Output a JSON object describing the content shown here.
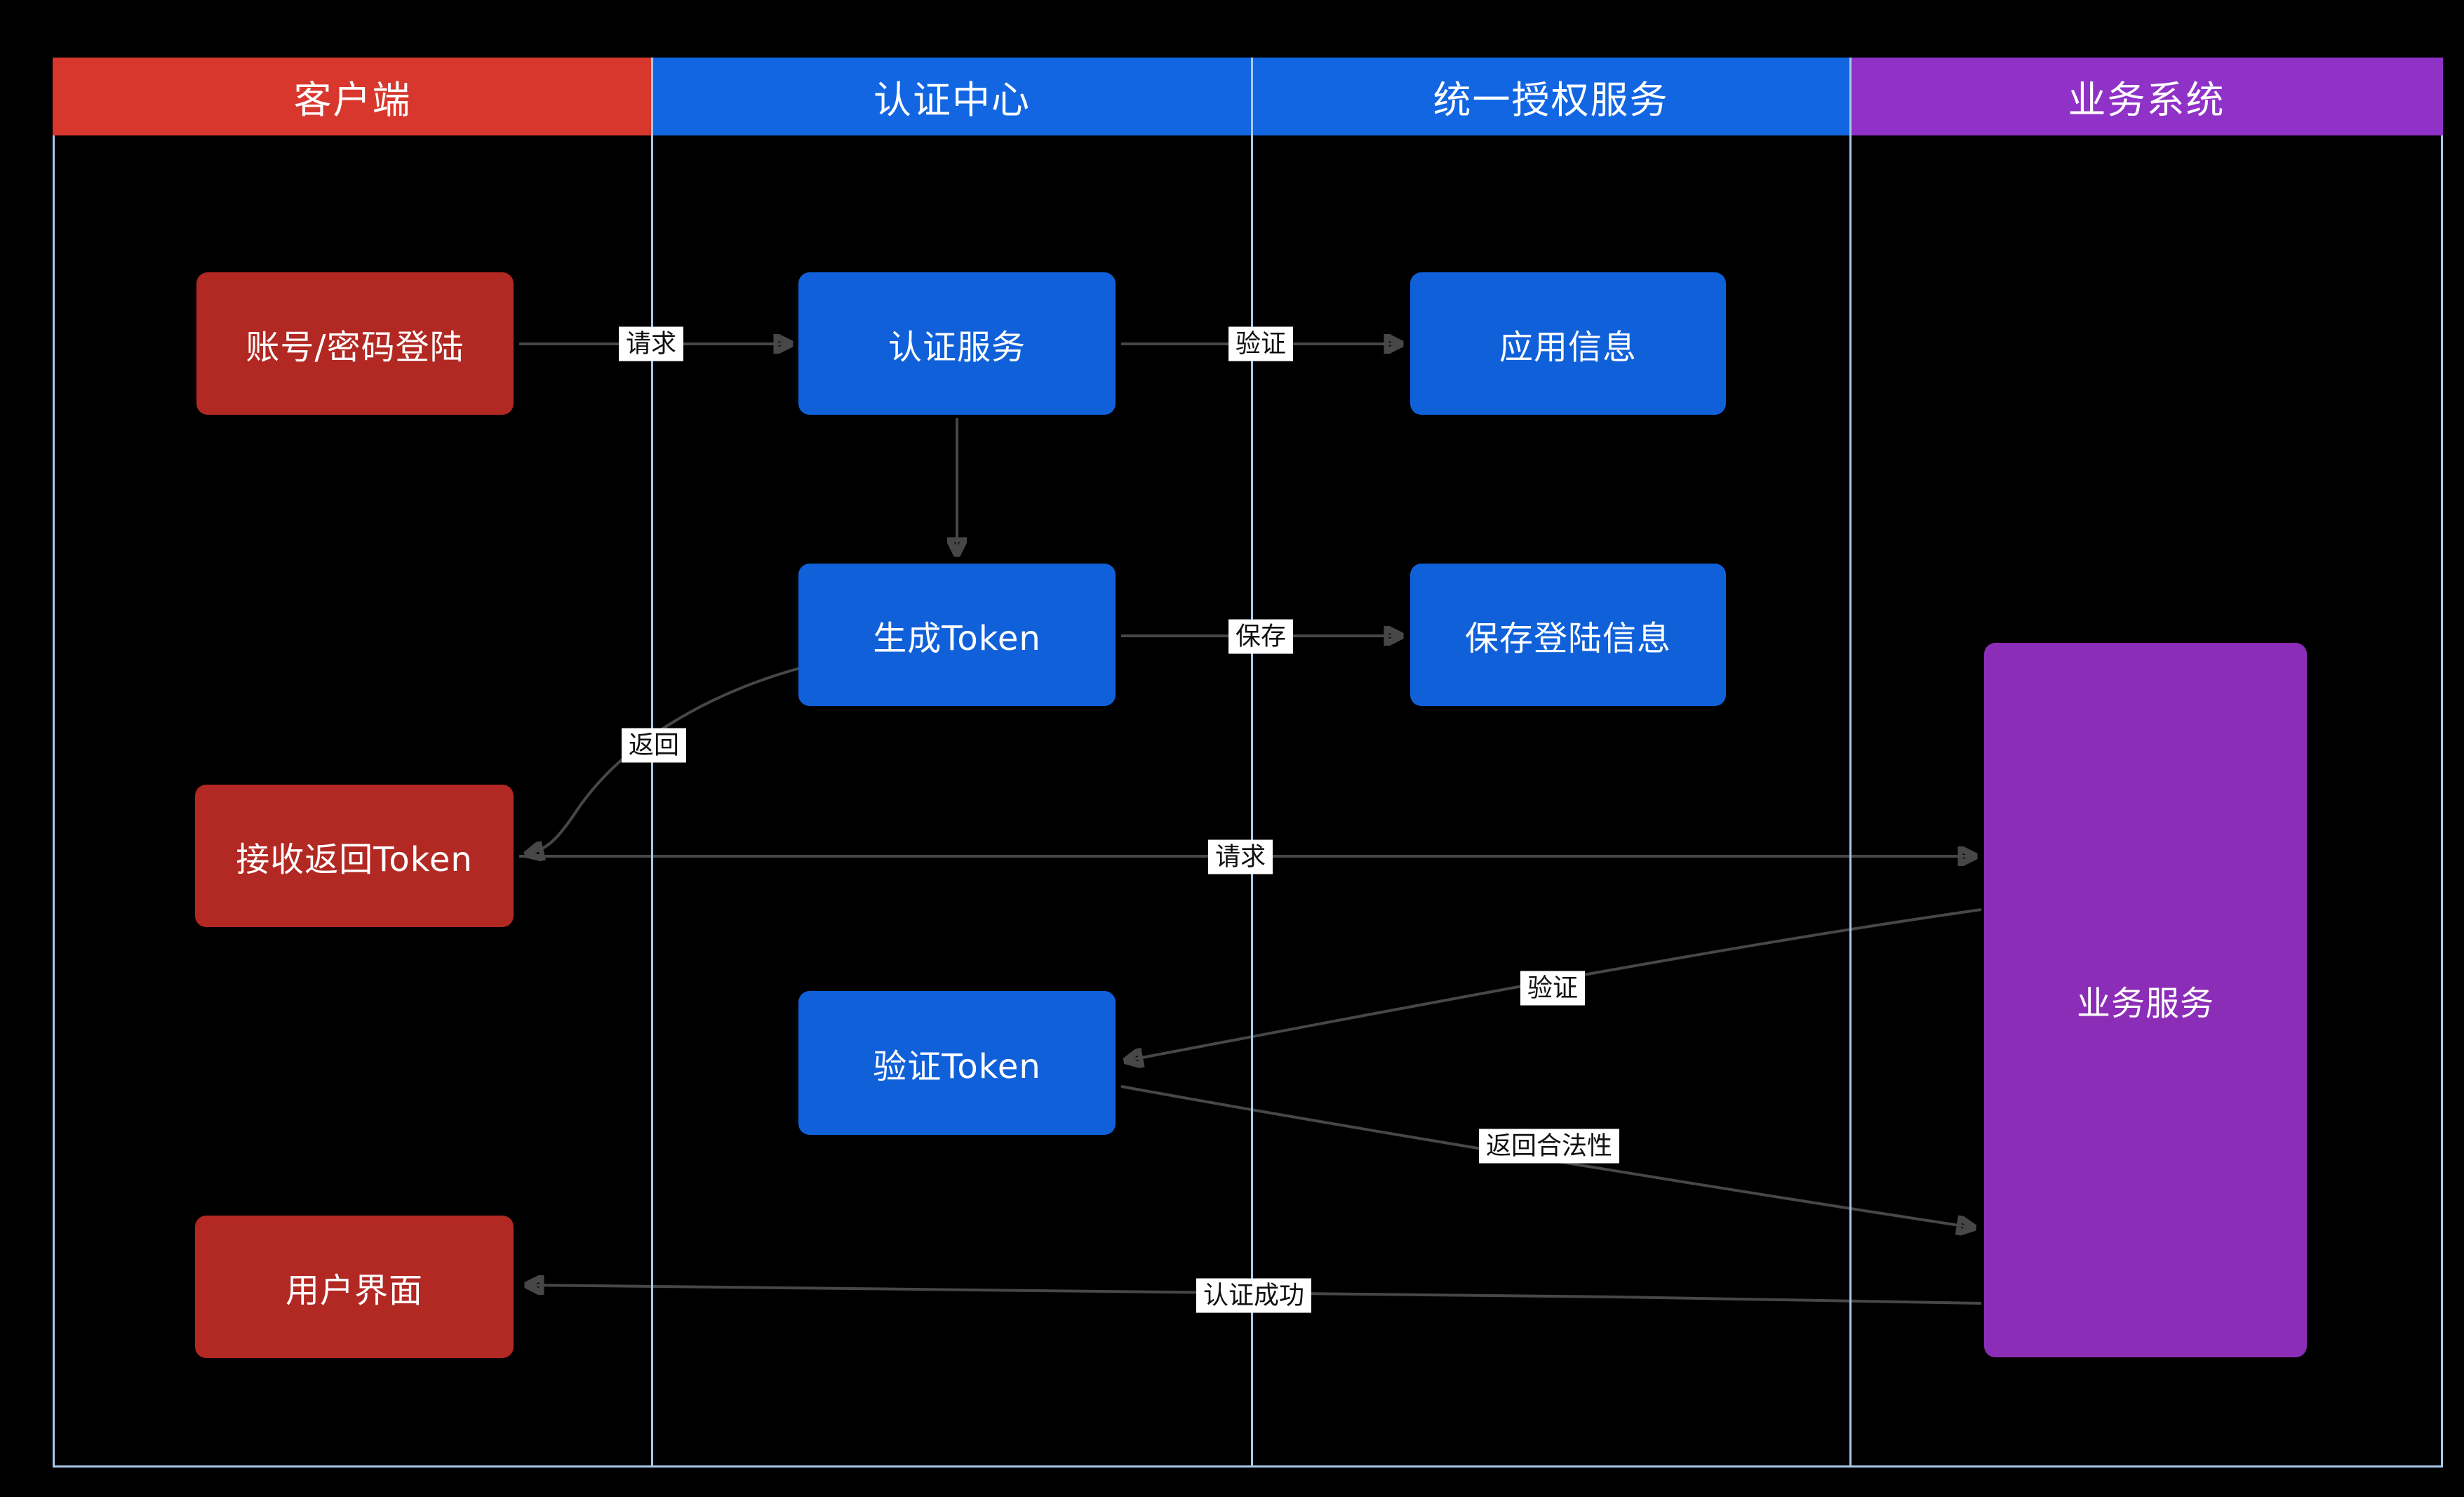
{
  "lanes": [
    {
      "id": "client",
      "label": "客户端",
      "color": "#d8372e"
    },
    {
      "id": "auth-center",
      "label": "认证中心",
      "color": "#1266e2"
    },
    {
      "id": "unified-authorization-service",
      "label": "统一授权服务",
      "color": "#1266e2"
    },
    {
      "id": "business-system",
      "label": "业务系统",
      "color": "#9031c7"
    }
  ],
  "nodes": [
    {
      "id": "account-password-login",
      "label": "账号/密码登陆",
      "color": "#b22823"
    },
    {
      "id": "auth-service",
      "label": "认证服务",
      "color": "#1061d9"
    },
    {
      "id": "app-info",
      "label": "应用信息",
      "color": "#1061d9"
    },
    {
      "id": "generate-token",
      "label": "生成Token",
      "color": "#1061d9"
    },
    {
      "id": "save-login-info",
      "label": "保存登陆信息",
      "color": "#1061d9"
    },
    {
      "id": "receive-returned-token",
      "label": "接收返回Token",
      "color": "#b22823"
    },
    {
      "id": "verify-token",
      "label": "验证Token",
      "color": "#1061d9"
    },
    {
      "id": "user-interface",
      "label": "用户界面",
      "color": "#b22823"
    },
    {
      "id": "business-service",
      "label": "业务服务",
      "color": "#8c2db8"
    }
  ],
  "edges": [
    {
      "id": "request-1",
      "label": "请求",
      "from": "account-password-login",
      "to": "auth-service"
    },
    {
      "id": "verify-1",
      "label": "验证",
      "from": "auth-service",
      "to": "app-info"
    },
    {
      "id": "to-generate-token",
      "label": "",
      "from": "auth-service",
      "to": "generate-token"
    },
    {
      "id": "save",
      "label": "保存",
      "from": "generate-token",
      "to": "save-login-info"
    },
    {
      "id": "return",
      "label": "返回",
      "from": "generate-token",
      "to": "receive-returned-token"
    },
    {
      "id": "request-2",
      "label": "请求",
      "from": "receive-returned-token",
      "to": "business-service"
    },
    {
      "id": "verify-2",
      "label": "验证",
      "from": "business-service",
      "to": "verify-token"
    },
    {
      "id": "return-validity",
      "label": "返回合法性",
      "from": "verify-token",
      "to": "business-service"
    },
    {
      "id": "auth-success",
      "label": "认证成功",
      "from": "business-service",
      "to": "user-interface"
    }
  ],
  "colors": {
    "background": "#000000",
    "lane_border": "#a8c8ea",
    "edge": "#474747",
    "edge_label_bg": "#ffffff",
    "edge_label_text": "#111111",
    "node_text": "#ffffff"
  }
}
